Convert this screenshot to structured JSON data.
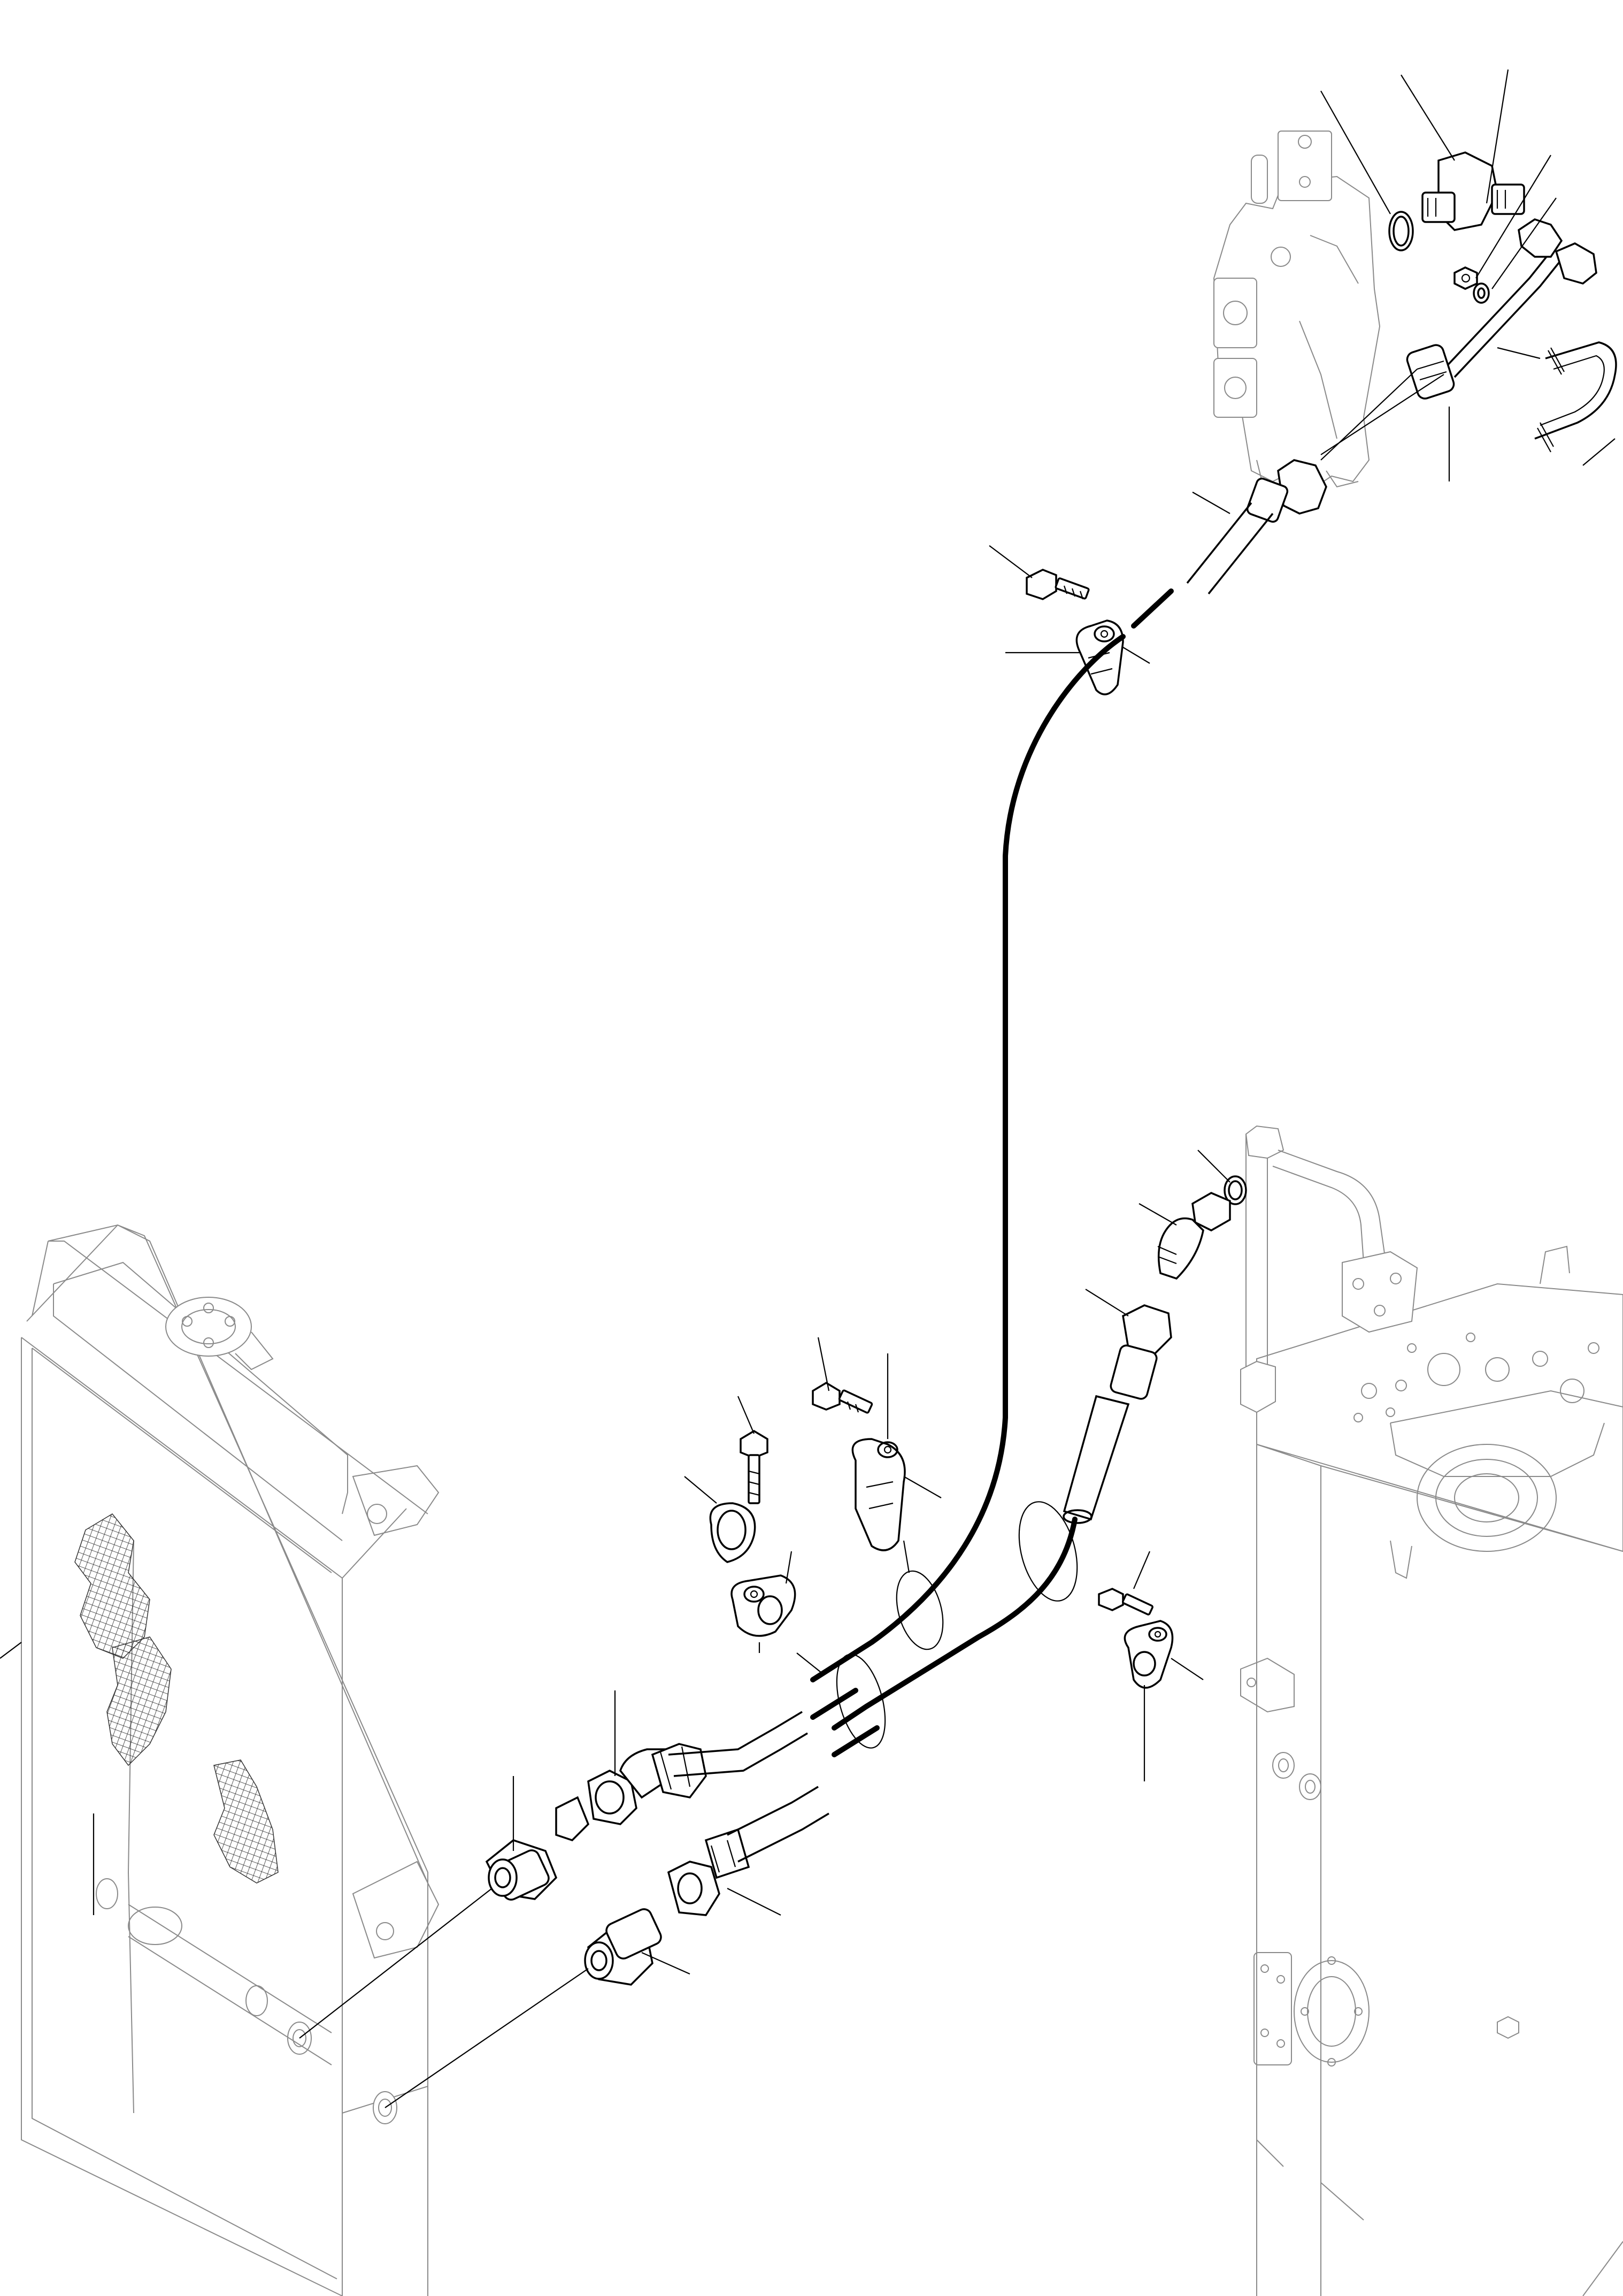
{
  "diagram": {
    "type": "exploded-parts-drawing",
    "callout_labels": [],
    "colors": {
      "line": "#000000",
      "context_line": "#8a8a8a",
      "background": "#ffffff"
    },
    "components": [
      "control-valve",
      "elbow-fitting",
      "o-ring",
      "steel-pipe",
      "u-bolt",
      "hose-clamp",
      "hydraulic-hose",
      "radiator",
      "hydraulic-tank",
      "straight-adapter",
      "bolt"
    ]
  }
}
